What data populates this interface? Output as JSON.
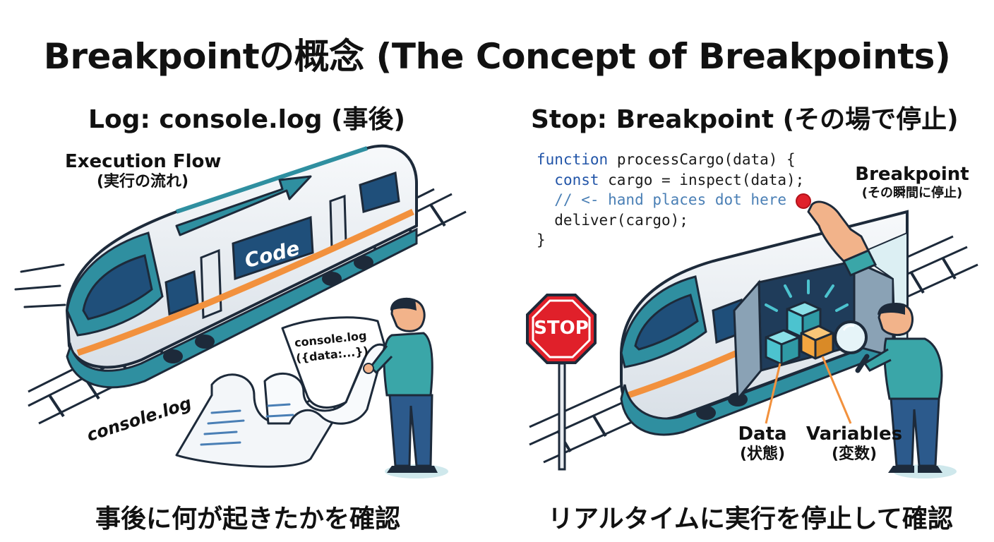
{
  "title": "Breakpointの概念 (The Concept of Breakpoints)",
  "left": {
    "heading": "Log: console.log (事後)",
    "flow_label": "Execution Flow",
    "flow_label_sub": "(実行の流れ)",
    "train_label": "Code",
    "scroll_text_1": "console.log",
    "scroll_text_2": "({data:...})",
    "log_label": "console.log",
    "caption": "事後に何が起きたかを確認"
  },
  "right": {
    "heading": "Stop: Breakpoint (その場で停止)",
    "code_lines": [
      "function processCargo(data) {",
      "  const cargo = inspect(data);",
      "  // <- hand places dot here",
      "  deliver(cargo);",
      "}"
    ],
    "breakpoint_label": "Breakpoint",
    "breakpoint_sub": "(その瞬間に停止)",
    "stop_sign": "STOP",
    "data_label": "Data",
    "data_sub": "(状態)",
    "variables_label": "Variables",
    "variables_sub": "(変数)",
    "caption": "リアルタイムに実行を停止して確認"
  },
  "colors": {
    "train_body": "#eef1f4",
    "train_teal": "#2f8fa0",
    "train_window": "#1f4f7a",
    "stripe_orange": "#f2913d",
    "outline": "#1d2a3a",
    "stop_red": "#e0202a",
    "person_shirt": "#3aa6a8",
    "person_pants": "#2c5a8c",
    "cargo_teal": "#4cc3cf",
    "cargo_orange": "#f4a640",
    "breakpoint_dot": "#e0202a"
  }
}
